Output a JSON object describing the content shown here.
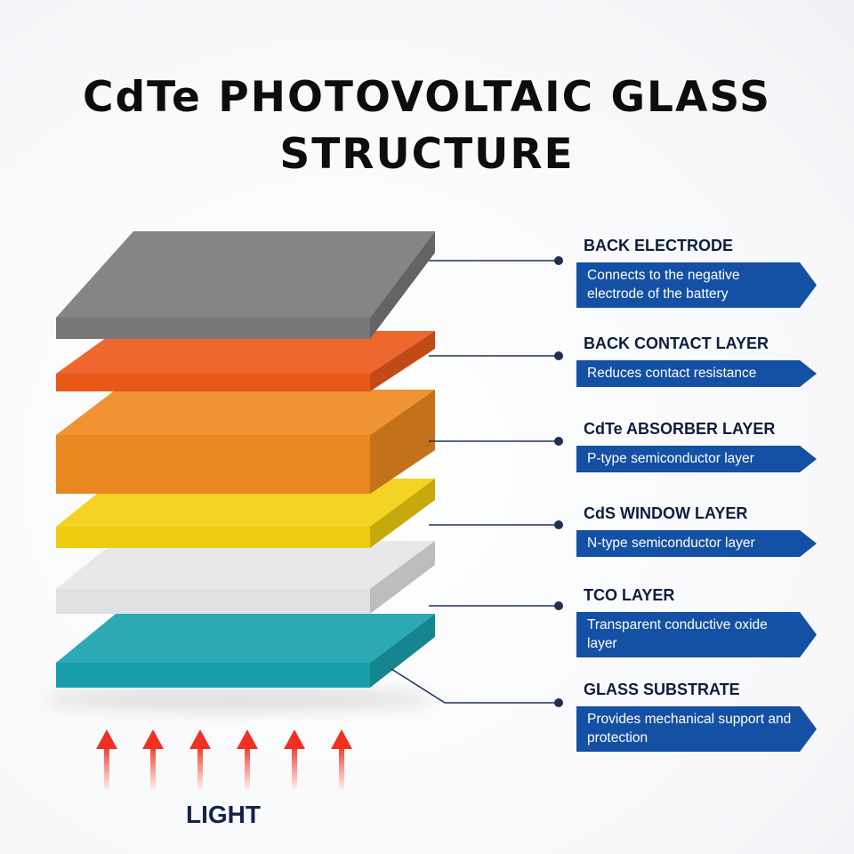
{
  "title": {
    "line1": "CdTe PHOTOVOLTAIC GLASS",
    "line2": "STRUCTURE"
  },
  "layers": [
    {
      "name": "BACK ELECTRODE",
      "description": "Connects to the negative electrode of the battery",
      "color": "#7a7a7a"
    },
    {
      "name": "BACK CONTACT LAYER",
      "description": "Reduces contact resistance",
      "color": "#ec5a1c"
    },
    {
      "name": "CdTe ABSORBER LAYER",
      "description": "P-type semiconductor layer",
      "color": "#ef8a22"
    },
    {
      "name": "CdS WINDOW LAYER",
      "description": "N-type semiconductor layer",
      "color": "#f2cf10"
    },
    {
      "name": "TCO LAYER",
      "description": "Transparent conductive oxide layer",
      "color": "#e4e6e8"
    },
    {
      "name": "GLASS SUBSTRATE",
      "description": "Provides mechanical support and protection",
      "color": "#1aa2ae"
    }
  ],
  "light": {
    "label": "LIGHT",
    "arrow_color": "#f03020",
    "arrow_count": 6
  },
  "colors": {
    "label_box": "#1450a3",
    "connector": "#1f2f55"
  }
}
